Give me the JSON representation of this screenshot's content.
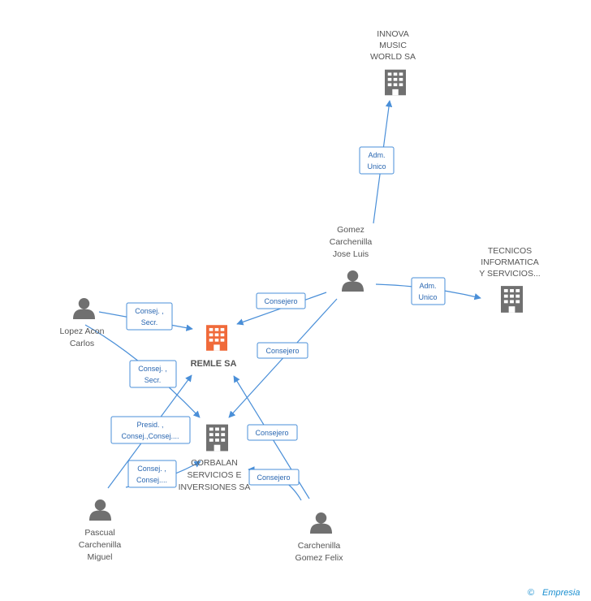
{
  "colors": {
    "accent": "#4a8fd8",
    "company": "#707070",
    "focus_company": "#f06a3a",
    "person": "#707070",
    "label": "#555555",
    "brand": "#1a8fd0"
  },
  "nodes": {
    "remle": {
      "label": "REMLE SA",
      "icon": "building-icon"
    },
    "innova": {
      "label_lines": [
        "INNOVA",
        "MUSIC",
        "WORLD SA"
      ],
      "icon": "building-icon"
    },
    "tecnicos": {
      "label_lines": [
        "TECNICOS",
        "INFORMATICA",
        "Y SERVICIOS..."
      ],
      "icon": "building-icon"
    },
    "corbalan": {
      "label_lines": [
        "CORBALAN",
        "SERVICIOS E",
        "INVERSIONES SA"
      ],
      "icon": "building-icon"
    },
    "gomez": {
      "label_lines": [
        "Gomez",
        "Carchenilla",
        "Jose Luis"
      ],
      "icon": "person-icon"
    },
    "lopez": {
      "label_lines": [
        "Lopez Acon",
        "Carlos"
      ],
      "icon": "person-icon"
    },
    "pascual": {
      "label_lines": [
        "Pascual",
        "Carchenilla",
        "Miguel"
      ],
      "icon": "person-icon"
    },
    "felix": {
      "label_lines": [
        "Carchenilla",
        "Gomez Felix"
      ],
      "icon": "person-icon"
    }
  },
  "edges": {
    "gomez_innova": [
      "Adm.",
      "Unico"
    ],
    "gomez_tecnicos": [
      "Adm.",
      "Unico"
    ],
    "gomez_remle": [
      "Consejero"
    ],
    "gomez_corbalan": [
      "Consejero"
    ],
    "lopez_remle": [
      "Consej. ,",
      "Secr."
    ],
    "lopez_corbalan": [
      "Consej. ,",
      "Secr."
    ],
    "pascual_remle": [
      "Presid. ,",
      "Consej.,Consej...."
    ],
    "pascual_corbalan": [
      "Consej. ,",
      "Consej...."
    ],
    "felix_remle": [
      "Consejero"
    ],
    "felix_corbalan": [
      "Consejero"
    ]
  },
  "footer": {
    "copyright": "©",
    "brand": "Empresia"
  }
}
